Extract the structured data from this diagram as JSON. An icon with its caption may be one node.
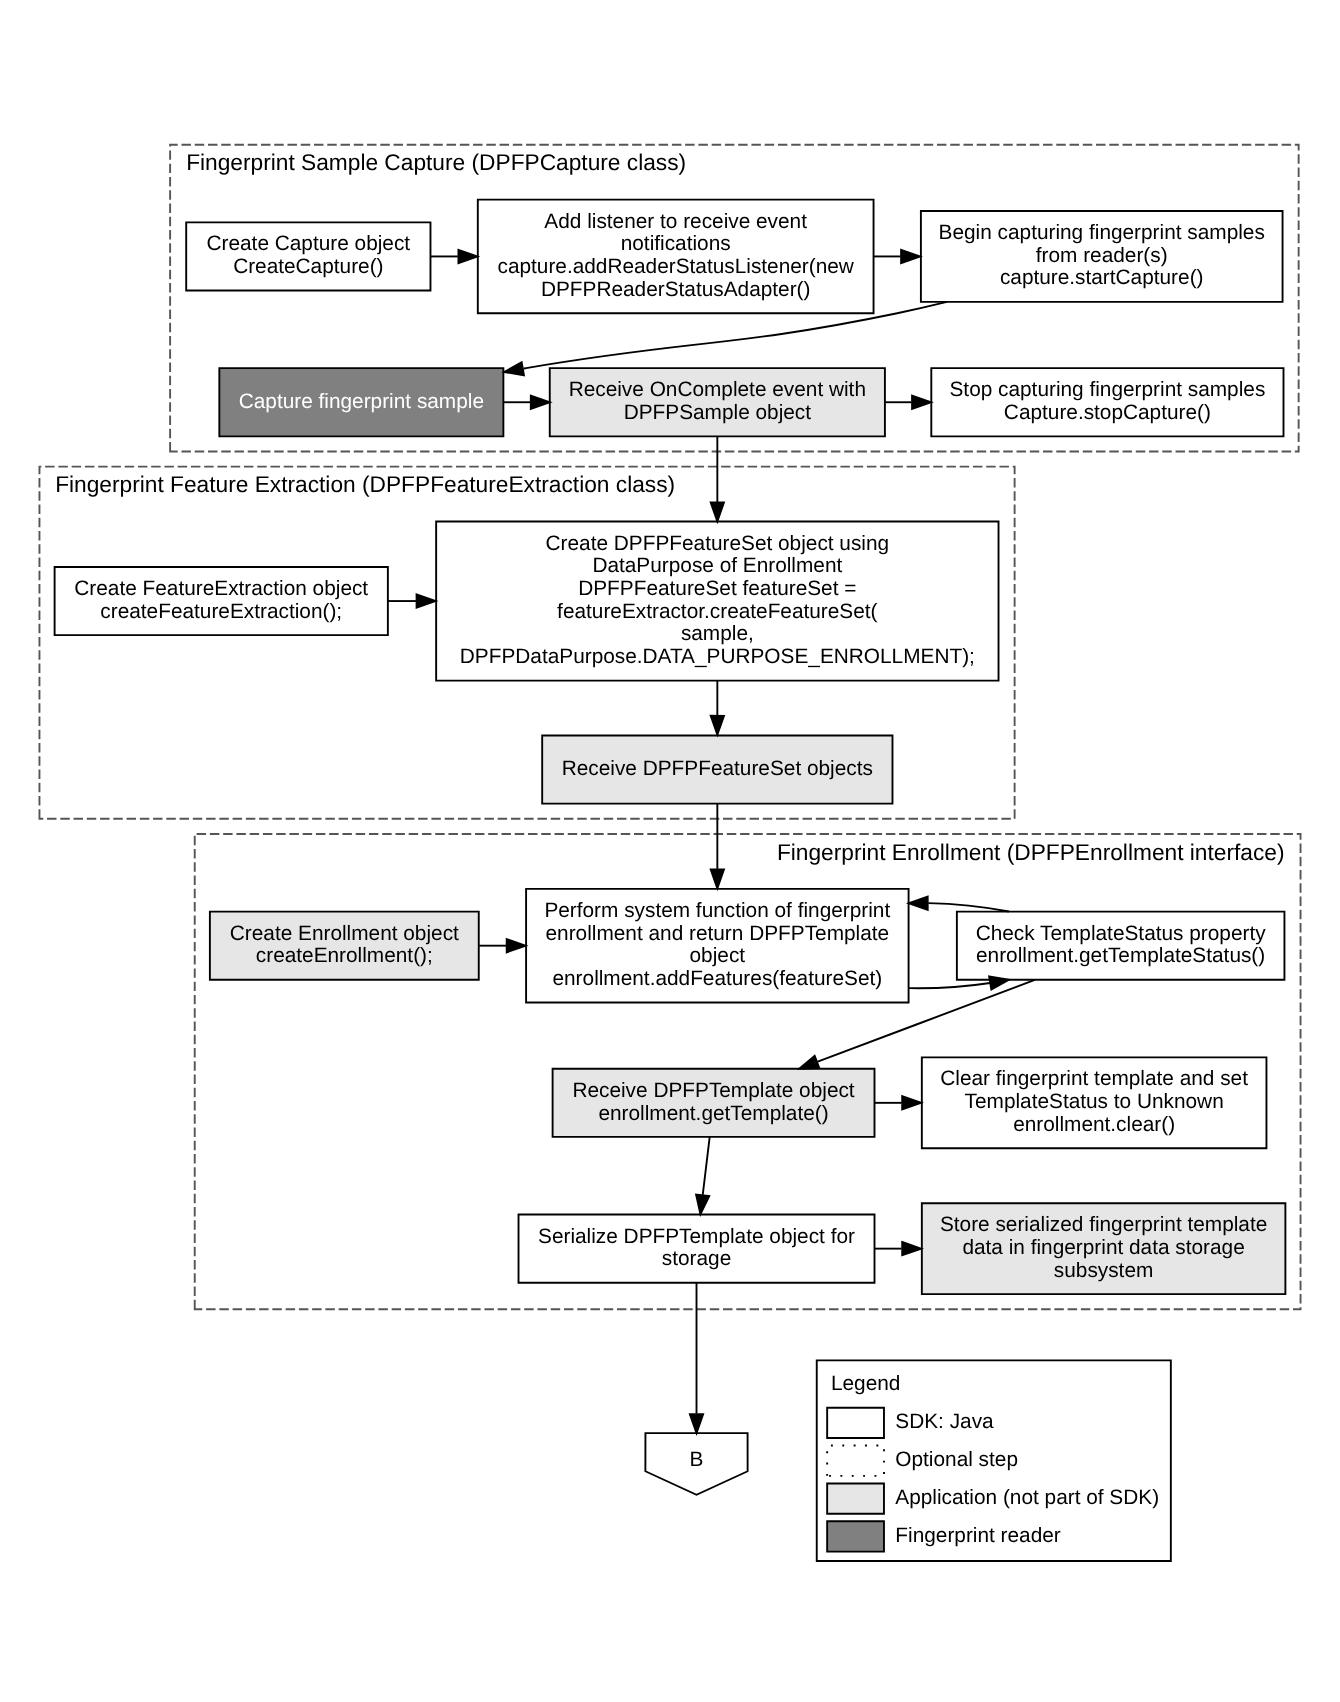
{
  "diagram": {
    "nodes": [
      {
        "text": [
          "Fingerprint Sample Capture (DPFPCapture class)"
        ]
      },
      {
        "text": [
          "Create Capture object",
          "CreateCapture()"
        ],
        "in": 0
      },
      {
        "text": [
          "Add listener to receive event notifications",
          "capture.addReaderStatusListener(new DPFPReaderStatusAdapter()"
        ],
        "in": 0
      },
      {
        "text": [
          "Begin capturing fingerprint samples from reader(s)",
          "capture.startCapture()"
        ],
        "in": 0
      },
      {
        "text": [
          "Capture fingerprint sample"
        ],
        "in": 0
      },
      {
        "text": [
          "Receive OnComplete event with DPFPSample object"
        ],
        "in": 0
      },
      {
        "text": [
          "Stop capturing fingerprint samples",
          "Capture.stopCapture()"
        ],
        "in": 0
      },
      {
        "text": [
          "Fingerprint Feature Extraction (DPFPFeatureExtraction class)"
        ]
      },
      {
        "text": [
          "Create FeatureExtraction object",
          "createFeatureExtraction();"
        ],
        "in": 7
      },
      {
        "text": [
          "Create DPFPFeatureSet object using DataPurpose of Enrollment",
          "DPFPFeatureSet featureSet = featureExtractor.createFeatureSet( sample, DPFPDataPurpose.DATA_PURPOSE_ENROLLMENT);"
        ],
        "in": 7
      },
      {
        "text": [
          "Receive DPFPFeatureSet objects"
        ],
        "in": 7
      },
      {
        "text": [
          "Fingerprint Enrollment (DPFPEnrollment interface)"
        ]
      },
      {
        "text": [
          "Create Enrollment object",
          "createEnrollment();"
        ],
        "in": 11
      },
      {
        "text": [
          "Perform system function of fingerprint enrollment and return DPFPTemplate object",
          "enrollment.addFeatures(featureSet)"
        ],
        "in": 11
      },
      {
        "text": [
          "Check TemplateStatus property",
          "enrollment.getTemplateStatus()"
        ],
        "in": 11
      },
      {
        "text": [
          "Receive DPFPTemplate object",
          "enrollment.getTemplate()"
        ],
        "in": 11
      },
      {
        "text": [
          "Clear fingerprint template and set TemplateStatus to Unknown",
          "enrollment.clear()"
        ],
        "in": 11
      },
      {
        "text": [
          "Serialize DPFPTemplate object for storage"
        ],
        "in": 11
      },
      {
        "text": [
          "Store serialized fingerprint template data in fingerprint data storage subsystem"
        ],
        "in": 11
      },
      {
        "text": [
          "B"
        ]
      }
    ],
    "edges": [
      {
        "from": 1,
        "to": 2,
        "arrow": "to"
      },
      {
        "from": 2,
        "to": 3,
        "arrow": "to"
      },
      {
        "from": 3,
        "to": 4,
        "arrow": "to"
      },
      {
        "from": 4,
        "to": 5,
        "arrow": "to"
      },
      {
        "from": 5,
        "to": 6,
        "arrow": "to"
      },
      {
        "from": 5,
        "to": 9,
        "arrow": "to"
      },
      {
        "from": 8,
        "to": 9,
        "arrow": "to"
      },
      {
        "from": 9,
        "to": 10,
        "arrow": "to"
      },
      {
        "from": 10,
        "to": 13,
        "arrow": "to"
      },
      {
        "from": 12,
        "to": 13,
        "arrow": "to"
      },
      {
        "from": 13,
        "to": 14,
        "arrow": "to"
      },
      {
        "from": 14,
        "to": 13,
        "arrow": "to"
      },
      {
        "from": 14,
        "to": 15,
        "arrow": "to"
      },
      {
        "from": 15,
        "to": 16,
        "arrow": "to"
      },
      {
        "from": 15,
        "to": 17,
        "arrow": "to"
      },
      {
        "from": 17,
        "to": 18,
        "arrow": "to"
      },
      {
        "from": 17,
        "to": 19,
        "arrow": "to"
      }
    ],
    "labels": [
      "Legend"
    ],
    "legend": [
      {
        "text": "SDK: Java",
        "color": "#ffffff"
      },
      {
        "text": "Optional step"
      },
      {
        "text": "Application (not part of SDK)",
        "color": "#e6e6e6"
      },
      {
        "text": "Fingerprint reader",
        "color": "#808080"
      }
    ]
  }
}
